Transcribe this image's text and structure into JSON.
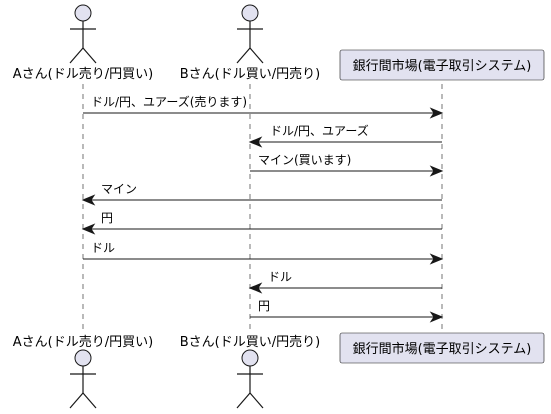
{
  "participants": [
    {
      "id": "A",
      "label": "Aさん(ドル売り/円買い)",
      "type": "actor"
    },
    {
      "id": "B",
      "label": "Bさん(ドル買い/円売り)",
      "type": "actor"
    },
    {
      "id": "M",
      "label": "銀行間市場(電子取引システム)",
      "type": "participant"
    }
  ],
  "messages": [
    {
      "from": "A",
      "to": "M",
      "text": "ドル/円、ユアーズ(売ります)"
    },
    {
      "from": "M",
      "to": "B",
      "text": "ドル/円、ユアーズ"
    },
    {
      "from": "B",
      "to": "M",
      "text": "マイン(買います)"
    },
    {
      "from": "M",
      "to": "A",
      "text": "マイン"
    },
    {
      "from": "M",
      "to": "A",
      "text": "円"
    },
    {
      "from": "A",
      "to": "M",
      "text": "ドル"
    },
    {
      "from": "M",
      "to": "B",
      "text": "ドル"
    },
    {
      "from": "B",
      "to": "M",
      "text": "円"
    }
  ],
  "colors": {
    "participant_fill": "#E2E2F0",
    "stroke": "#181818",
    "background": "#FFFFFF"
  }
}
